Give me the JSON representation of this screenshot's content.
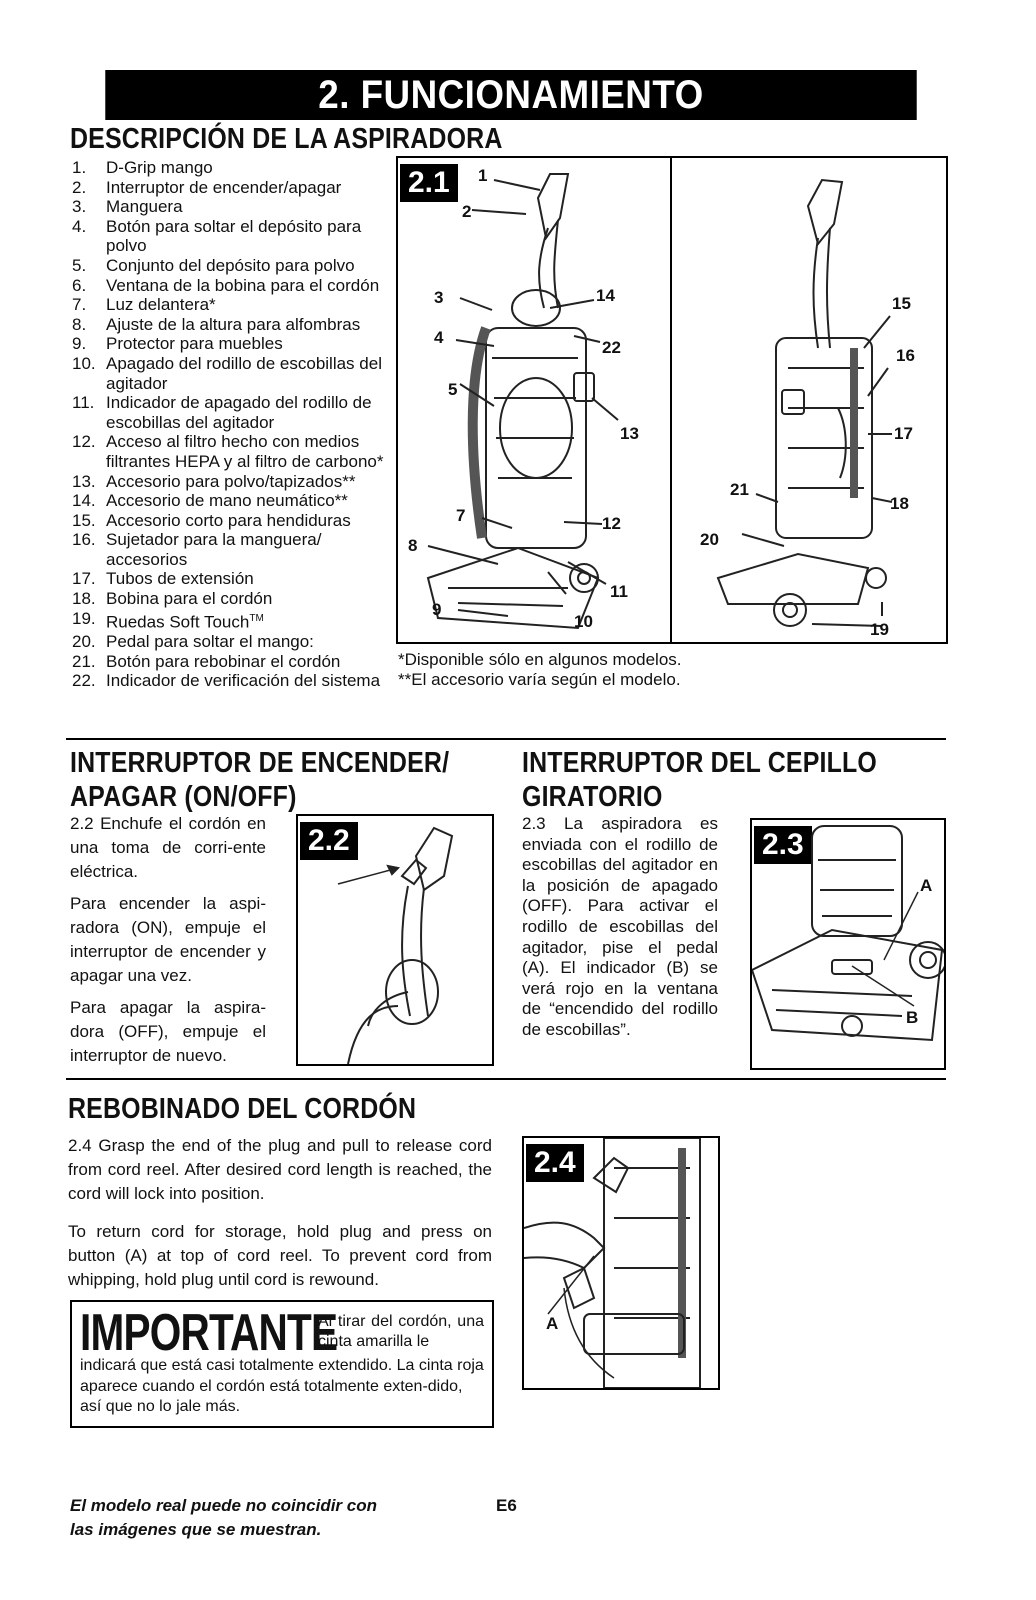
{
  "banner": "2. FUNCIONAMIENTO",
  "description": {
    "title": "DESCRIPCIÓN DE LA ASPIRADORA",
    "parts": [
      {
        "num": "1.",
        "text": "D-Grip mango"
      },
      {
        "num": "2.",
        "text": "Interruptor de encender/apagar"
      },
      {
        "num": "3.",
        "text": "Manguera"
      },
      {
        "num": "4.",
        "text": "Botón para soltar el depósito para polvo"
      },
      {
        "num": "5.",
        "text": "Conjunto del depósito para polvo"
      },
      {
        "num": "6.",
        "text": "Ventana de la bobina para el cordón"
      },
      {
        "num": "7.",
        "text": "Luz delantera*"
      },
      {
        "num": "8.",
        "text": "Ajuste de la altura para alfombras"
      },
      {
        "num": "9.",
        "text": "Protector para muebles"
      },
      {
        "num": "10.",
        "text": "Apagado del rodillo de escobillas del agitador"
      },
      {
        "num": "11.",
        "text": "Indicador de apagado del rodillo de escobillas del agitador"
      },
      {
        "num": "12.",
        "text": "Acceso al filtro hecho con medios filtrantes HEPA y al filtro de carbono*"
      },
      {
        "num": "13.",
        "text": "Accesorio para polvo/tapizados**"
      },
      {
        "num": "14.",
        "text": "Accesorio de mano neumático**"
      },
      {
        "num": "15.",
        "text": "Accesorio corto para hendiduras"
      },
      {
        "num": "16.",
        "text": "Sujetador para la manguera/ accesorios"
      },
      {
        "num": "17.",
        "text": "Tubos de extensión"
      },
      {
        "num": "18.",
        "text": "Bobina para el cordón"
      },
      {
        "num": "19.",
        "text": "Ruedas Soft Touch",
        "sup": "TM"
      },
      {
        "num": "20.",
        "text": "Pedal para soltar el mango:"
      },
      {
        "num": "21.",
        "text": "Botón para rebobinar el cordón"
      },
      {
        "num": "22.",
        "text": "Indicador de verificación del sistema"
      }
    ],
    "figure_label": "2.1",
    "callouts_left": [
      "1",
      "2",
      "3",
      "4",
      "5",
      "7",
      "8",
      "9",
      "10",
      "11",
      "12",
      "13",
      "14",
      "22"
    ],
    "callouts_right": [
      "15",
      "16",
      "17",
      "18",
      "19",
      "20",
      "21"
    ],
    "notes": [
      "*Disponible sólo en algunos modelos.",
      "**El accesorio varía según el modelo."
    ]
  },
  "onoff": {
    "title_line1": "INTERRUPTOR DE ENCENDER/",
    "title_line2": "APAGAR (ON/OFF)",
    "paragraphs": [
      "2.2 Enchufe el cordón en una toma de corri-ente eléctrica.",
      "Para encender la aspi-radora (ON), empuje el interruptor de encender y apagar una vez.",
      "Para apagar la aspira-dora (OFF), empuje el interruptor de nuevo."
    ],
    "figure_label": "2.2"
  },
  "brush": {
    "title_line1": "INTERRUPTOR DEL CEPILLO",
    "title_line2": "GIRATORIO",
    "paragraph": "2.3 La aspiradora es enviada con el rodillo de escobillas del agitador en la posición de apagado (OFF). Para activar el rodillo de escobillas del agitador, pise el pedal (A). El indicador (B) se verá rojo en la ventana de “encendido del rodillo de escobillas”.",
    "figure_label": "2.3",
    "callout_a": "A",
    "callout_b": "B"
  },
  "rewind": {
    "title": "REBOBINADO DEL CORDÓN",
    "paragraphs": [
      "2.4 Grasp the end of the plug and pull to release cord from cord reel. After desired cord length is reached, the cord will lock into position.",
      "To return cord for storage, hold plug and press on button (A) at top of cord reel. To prevent cord from whipping, hold plug until cord is rewound."
    ],
    "figure_label": "2.4",
    "callout_a": "A"
  },
  "important": {
    "word": "IMPORTANTE",
    "first_line": "Al tirar del cordón, una cinta amarilla le",
    "rest": "indicará que está casi totalmente extendido. La cinta roja aparece cuando el cordón está totalmente exten-dido, así que no lo jale más."
  },
  "footer": {
    "disclaimer_line1": "El modelo real puede no coincidir con",
    "disclaimer_line2": "las imágenes que se muestran.",
    "page": "E6"
  }
}
